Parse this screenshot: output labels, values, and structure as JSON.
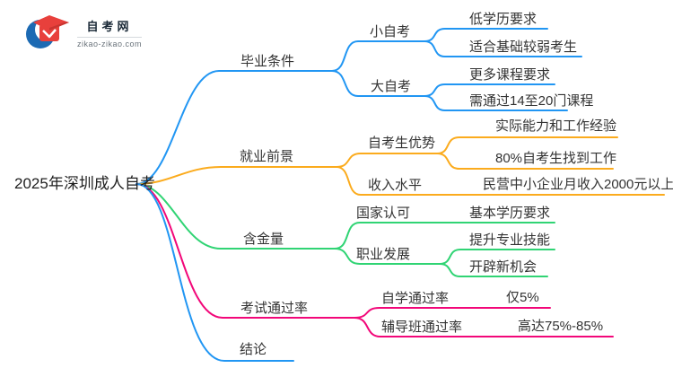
{
  "logo": {
    "site_name": "自考网",
    "site_url": "zikao-zikao.com"
  },
  "colors": {
    "blue": "#2196f3",
    "orange": "#fbab1d",
    "green": "#30d474",
    "pink": "#f20779",
    "logo_blue": "#1c6ab3",
    "logo_red": "#e8403c",
    "white": "#ffffff"
  },
  "mindmap": {
    "root": "2025年深圳成人自考",
    "branches": [
      {
        "label": "毕业条件",
        "children": [
          {
            "label": "小自考",
            "children": [
              {
                "label": "低学历要求"
              },
              {
                "label": "适合基础较弱考生"
              }
            ]
          },
          {
            "label": "大自考",
            "children": [
              {
                "label": "更多课程要求"
              },
              {
                "label": "需通过14至20门课程"
              }
            ]
          }
        ]
      },
      {
        "label": "就业前景",
        "children": [
          {
            "label": "自考生优势",
            "children": [
              {
                "label": "实际能力和工作经验"
              },
              {
                "label": "80%自考生找到工作"
              }
            ]
          },
          {
            "label": "收入水平",
            "children": [
              {
                "label": "民营中小企业月收入2000元以上"
              }
            ]
          }
        ]
      },
      {
        "label": "含金量",
        "children": [
          {
            "label": "国家认可",
            "children": [
              {
                "label": "基本学历要求"
              }
            ]
          },
          {
            "label": "职业发展",
            "children": [
              {
                "label": "提升专业技能"
              },
              {
                "label": "开辟新机会"
              }
            ]
          }
        ]
      },
      {
        "label": "考试通过率",
        "children": [
          {
            "label": "自学通过率",
            "children": [
              {
                "label": "仅5%"
              }
            ]
          },
          {
            "label": "辅导班通过率",
            "children": [
              {
                "label": "高达75%-85%"
              }
            ]
          }
        ]
      },
      {
        "label": "结论",
        "children": []
      }
    ]
  }
}
